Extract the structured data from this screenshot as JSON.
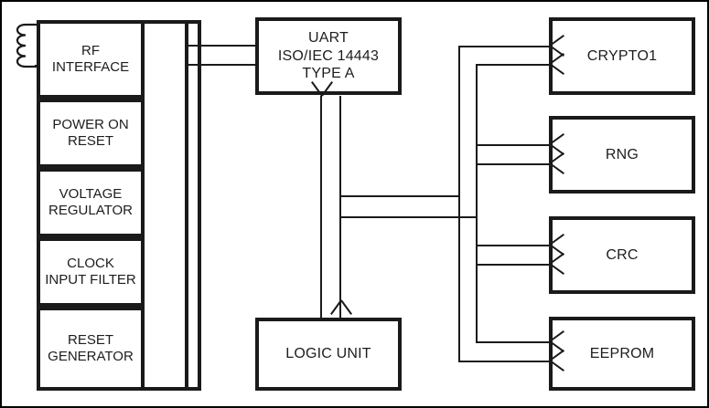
{
  "diagram": {
    "title": "RFID transponder IC block diagram",
    "background_color": "#ffffff",
    "line_color": "#1a1a1a",
    "text_color": "#1d1d1d",
    "frame": "thin black rectangle around entire figure"
  },
  "analog_front_end": {
    "group_label": "",
    "blocks": [
      {
        "id": "rf-interface",
        "label": "RF\nINTERFACE"
      },
      {
        "id": "power-on-reset",
        "label": "POWER ON\nRESET"
      },
      {
        "id": "voltage-regulator",
        "label": "VOLTAGE\nREGULATOR"
      },
      {
        "id": "clock-input-filter",
        "label": "CLOCK\nINPUT FILTER"
      },
      {
        "id": "reset-generator",
        "label": "RESET\nGENERATOR"
      }
    ]
  },
  "center": {
    "uart": {
      "id": "uart",
      "label": "UART\nISO/IEC 14443\nTYPE A"
    },
    "logic_unit": {
      "id": "logic-unit",
      "label": "LOGIC UNIT"
    }
  },
  "peripherals": [
    {
      "id": "crypto1",
      "label": "CRYPTO1"
    },
    {
      "id": "rng",
      "label": "RNG"
    },
    {
      "id": "crc",
      "label": "CRC"
    },
    {
      "id": "eeprom",
      "label": "EEPROM"
    }
  ],
  "icons": {
    "antenna_coil": "antenna-coil-icon"
  },
  "connections": [
    {
      "from": "antenna-coil",
      "to": "rf-interface",
      "style": "plain"
    },
    {
      "from": "rf-interface",
      "to": "uart",
      "style": "plain-double"
    },
    {
      "from": "uart",
      "to": "logic-unit",
      "style": "bidirectional"
    },
    {
      "from": "bus",
      "to": "crypto1",
      "style": "arrow-double"
    },
    {
      "from": "bus",
      "to": "rng",
      "style": "arrow-double"
    },
    {
      "from": "bus",
      "to": "crc",
      "style": "arrow-double"
    },
    {
      "from": "bus",
      "to": "eeprom",
      "style": "arrow-double"
    }
  ]
}
